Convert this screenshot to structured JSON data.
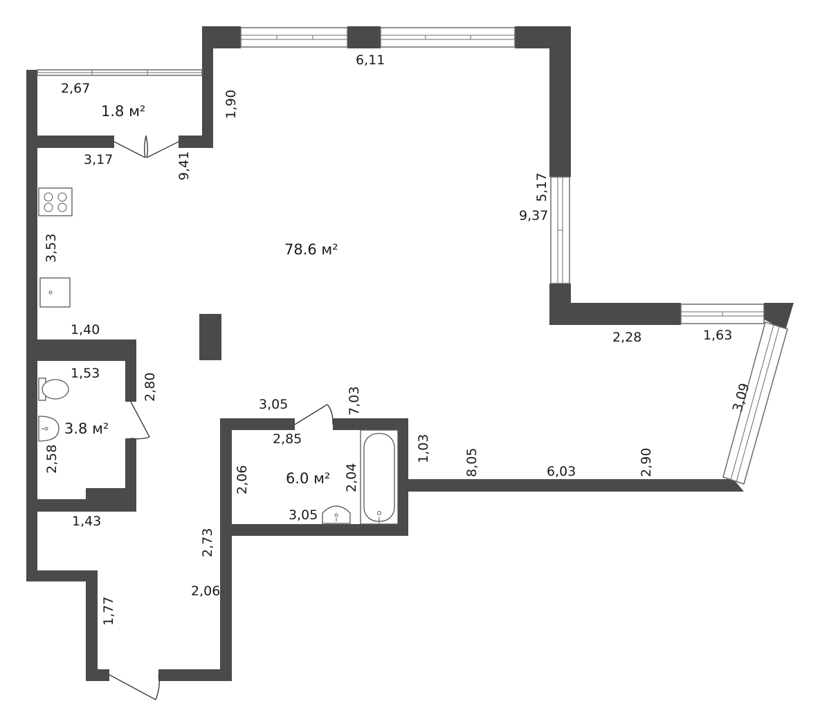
{
  "rooms": [
    {
      "id": "balcony",
      "area": "1.8 м²"
    },
    {
      "id": "main",
      "area": "78.6 м²"
    },
    {
      "id": "wc",
      "area": "3.8 м²"
    },
    {
      "id": "bathroom",
      "area": "6.0 м²"
    }
  ],
  "dimensions": [
    "2,67",
    "6,11",
    "1,90",
    "3,17",
    "9,41",
    "5,17",
    "9,37",
    "3,53",
    "1,40",
    "1,53",
    "2,80",
    "2,58",
    "1,43",
    "3,05",
    "7,03",
    "2,85",
    "1,03",
    "2,06",
    "2,04",
    "3,05",
    "8,05",
    "6,03",
    "2,90",
    "2,28",
    "1,63",
    "3,09",
    "2,73",
    "2,06",
    "1,77"
  ]
}
